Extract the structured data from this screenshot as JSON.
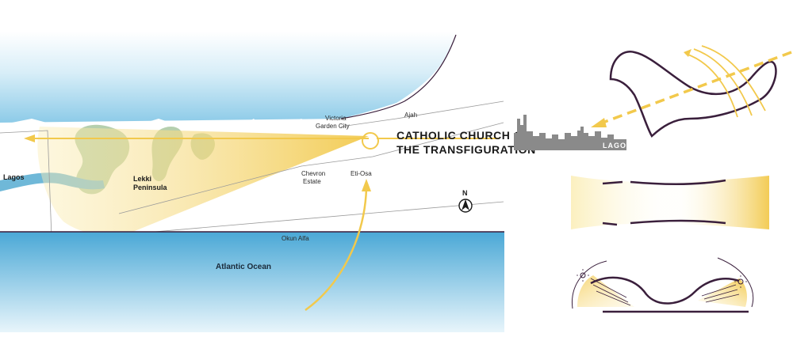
{
  "map": {
    "labels": {
      "lagos": "Lagos",
      "lekki": "Lekki",
      "peninsula": "Peninsula",
      "victoria": "Victoria",
      "garden_city": "Garden City",
      "ajah": "Ajah",
      "chevron": "Chevron",
      "estate": "Estate",
      "eti_osa": "Eti-Osa",
      "okun_alfa": "Okun Alfa",
      "atlantic": "Atlantic Ocean",
      "north": "N"
    },
    "title_line1": "CATHOLIC CHURCH OF",
    "title_line2": "THE TRANSFIGURATION",
    "skyline_label": "LAGOS"
  },
  "colors": {
    "water": "#5bb3dc",
    "lagoon": "#6fb8d8",
    "sun_yellow": "#f2c94c",
    "light_yellow": "#fbeeb8",
    "green": "#a8c7a0",
    "skyline": "#8a8a8a",
    "form_stroke": "#3a1f3c"
  }
}
